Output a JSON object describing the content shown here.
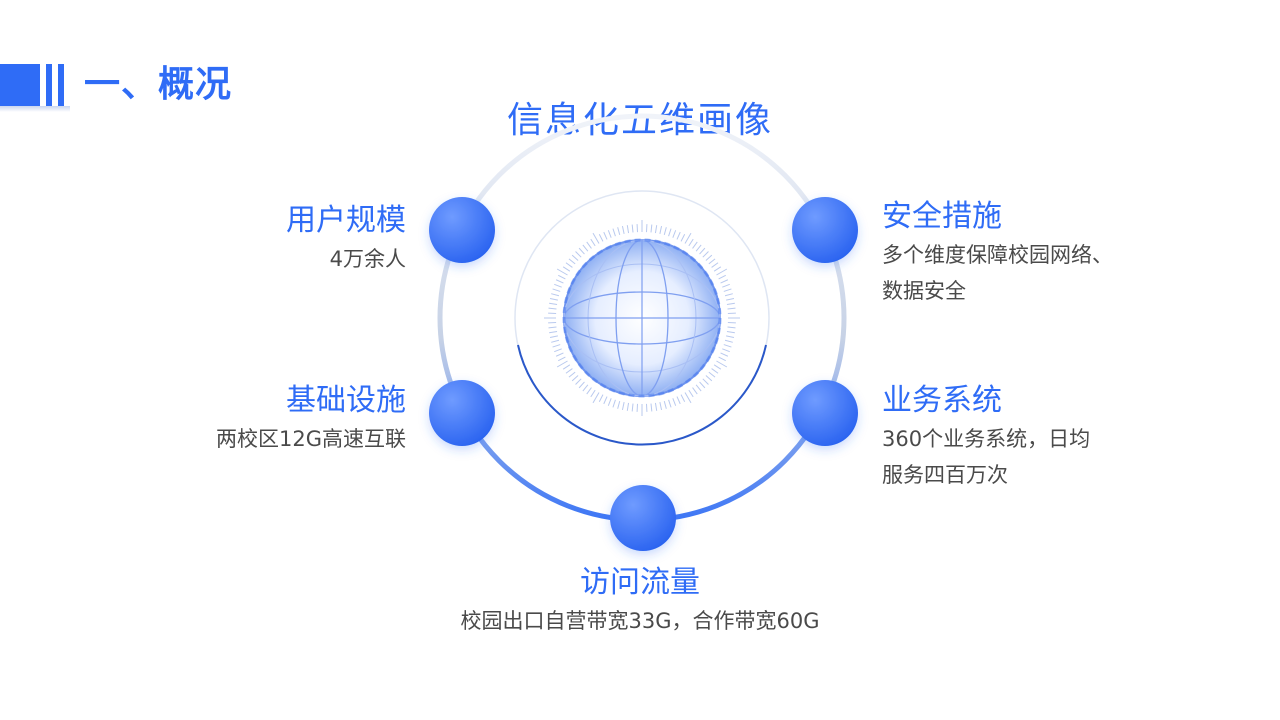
{
  "header": {
    "title": "一、概况"
  },
  "diagram": {
    "title": "信息化五维画像",
    "items": [
      {
        "title": "用户规模",
        "desc": [
          "4万余人"
        ]
      },
      {
        "title": "安全措施",
        "desc": [
          "多个维度保障校园网络、",
          "数据安全"
        ]
      },
      {
        "title": "基础设施",
        "desc": [
          "两校区12G高速互联"
        ]
      },
      {
        "title": "业务系统",
        "desc": [
          "360个业务系统，日均",
          "服务四百万次"
        ]
      },
      {
        "title": "访问流量",
        "desc": [
          "校园出口自营带宽33G，合作带宽60G"
        ]
      }
    ]
  },
  "colors": {
    "accent": "#2f6cf6",
    "text": "#4a4a4a",
    "ring": "#c9d3e6"
  },
  "icons": [
    "globe-icon"
  ]
}
